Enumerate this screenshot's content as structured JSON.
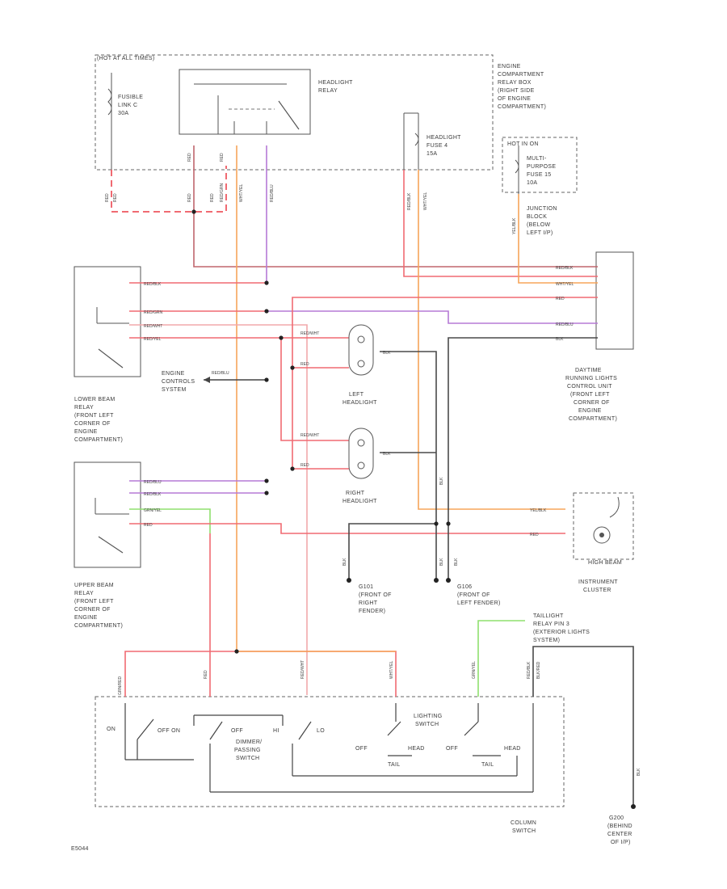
{
  "colors": {
    "red": "#f06a72",
    "pink": "#f2a9ac",
    "orange": "#f7a55a",
    "purple": "#b67ad6",
    "green": "#8fe06e",
    "black": "#4a4a4a",
    "red_dashed": "#f06a72"
  },
  "labels": {
    "hot_at_all_times": "(HOT AT ALL TIMES)",
    "fusible_link": [
      "FUSIBLE",
      "LINK C",
      "30A"
    ],
    "headlight_relay": [
      "HEADLIGHT",
      "RELAY"
    ],
    "engine_relay_box": [
      "ENGINE",
      "COMPARTMENT",
      "RELAY BOX",
      "(RIGHT SIDE",
      "OF ENGINE",
      "COMPARTMENT)"
    ],
    "headlight_fuse": [
      "HEADLIGHT",
      "FUSE 4",
      "15A"
    ],
    "hot_in_on": "HOT IN ON",
    "multi_purpose_fuse": [
      "MULTI-",
      "PURPOSE",
      "FUSE 15",
      "10A"
    ],
    "junction_block": [
      "JUNCTION",
      "BLOCK",
      "(BELOW",
      "LEFT I/P)"
    ],
    "lower_beam_relay": [
      "LOWER BEAM",
      "RELAY",
      "(FRONT LEFT",
      "CORNER OF",
      "ENGINE",
      "COMPARTMENT)"
    ],
    "engine_controls": [
      "ENGINE",
      "CONTROLS",
      "SYSTEM"
    ],
    "left_headlight": [
      "LEFT",
      "HEADLIGHT"
    ],
    "right_headlight": [
      "RIGHT",
      "HEADLIGHT"
    ],
    "drl_unit": [
      "DAYTIME",
      "RUNNING LIGHTS",
      "CONTROL UNIT",
      "(FRONT LEFT",
      "CORNER OF",
      "ENGINE",
      "COMPARTMENT)"
    ],
    "upper_beam_relay": [
      "UPPER BEAM",
      "RELAY",
      "(FRONT LEFT",
      "CORNER OF",
      "ENGINE",
      "COMPARTMENT)"
    ],
    "g101": [
      "G101",
      "(FRONT OF",
      "RIGHT",
      "FENDER)"
    ],
    "g106": [
      "G106",
      "(FRONT OF",
      "LEFT FENDER)"
    ],
    "instrument_cluster": [
      "INSTRUMENT",
      "CLUSTER"
    ],
    "high_beam": "HIGH BEAM",
    "taillight_relay": [
      "TAILLIGHT",
      "RELAY PIN 3",
      "(EXTERIOR LIGHTS",
      "SYSTEM)"
    ],
    "column_switch": [
      "COLUMN",
      "SWITCH"
    ],
    "g200": [
      "G200",
      "(BEHIND",
      "CENTER",
      "OF I/P)"
    ],
    "dimmer_switch": [
      "DIMMER/",
      "PASSING",
      "SWITCH"
    ],
    "lighting_switch": [
      "LIGHTING",
      "SWITCH"
    ],
    "on": "ON",
    "off_on": "OFF ON",
    "off": "OFF",
    "hi": "HI",
    "lo": "LO",
    "off_l": "OFF",
    "head": "HEAD",
    "tail": "TAIL",
    "off_r": "OFF",
    "head_r": "HEAD",
    "tail_r": "TAIL",
    "engine_id": "E5044"
  },
  "wires": {
    "red": "RED",
    "red_blk": "RED/BLK",
    "red_grn": "RED/GRN",
    "red_wht": "RED/WHT",
    "red_yel": "RED/YEL",
    "red_blu": "RED/BLU",
    "yel_blk": "YEL/BLK",
    "wht_yel": "WHT/YEL",
    "grn_yel": "GRN/YEL",
    "grn_red": "GRN/RED",
    "blk": "BLK",
    "blk_red": "BLK/RED",
    "red_blk2": "RED/BLK",
    "red_blk_tail": "RED/BLK",
    "red_blu2": "RED/BLU"
  }
}
